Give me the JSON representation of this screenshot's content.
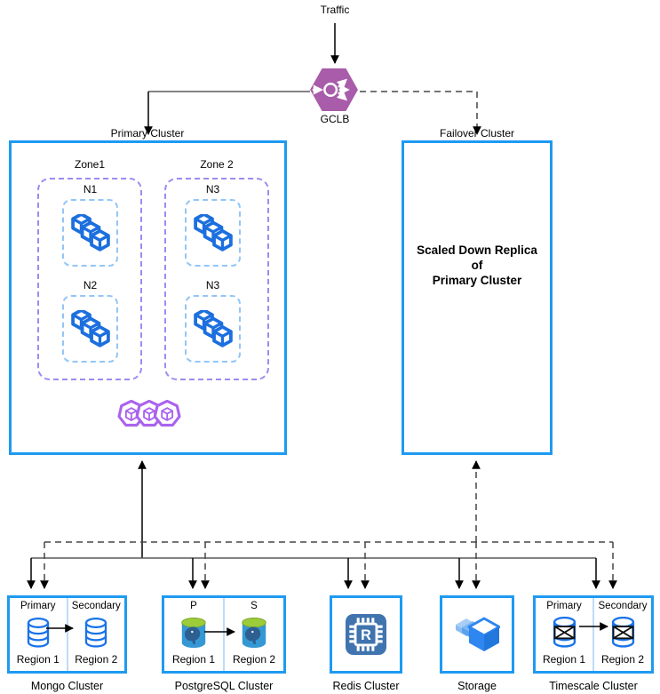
{
  "traffic_label": "Traffic",
  "gclb_label": "GCLB",
  "primary_cluster": {
    "label": "Primary Cluster",
    "zones": [
      {
        "label": "Zone1",
        "nodes": [
          "N1",
          "N2"
        ]
      },
      {
        "label": "Zone 2",
        "nodes": [
          "N3",
          "N3"
        ]
      }
    ]
  },
  "failover_cluster": {
    "label": "Failover Cluster",
    "line1": "Scaled Down Replica",
    "line2": "of",
    "line3": "Primary Cluster"
  },
  "datastores": {
    "mongo": {
      "label": "Mongo Cluster",
      "primary": "Primary",
      "secondary": "Secondary",
      "region1": "Region 1",
      "region2": "Region 2"
    },
    "postgres": {
      "label": "PostgreSQL Cluster",
      "primary": "P",
      "secondary": "S",
      "region1": "Region 1",
      "region2": "Region 2"
    },
    "redis": {
      "label": "Redis Cluster",
      "icon_letter": "R"
    },
    "storage": {
      "label": "Storage"
    },
    "timescale": {
      "label": "Timescale Cluster",
      "primary": "Primary",
      "secondary": "Secondary",
      "region1": "Region 1",
      "region2": "Region 2"
    }
  },
  "colors": {
    "box-blue": "#1e9af2",
    "zone-purple": "#9b8cf0",
    "node-blue": "#92c5f7",
    "cube-blue": "#1c6fde",
    "db-blue": "#1a73e8",
    "divider": "#bcdcf8",
    "gclb-purple": "#a85ca9",
    "workloads-purple": "#aa63ee",
    "pg-body": "#3598d4",
    "pg-green": "#9dcc3a",
    "pg-elephant": "#2d5f91",
    "redis-bg": "#4074ae",
    "storage-blue": "#2e86f0",
    "storage-blue2": "#2277dd"
  }
}
